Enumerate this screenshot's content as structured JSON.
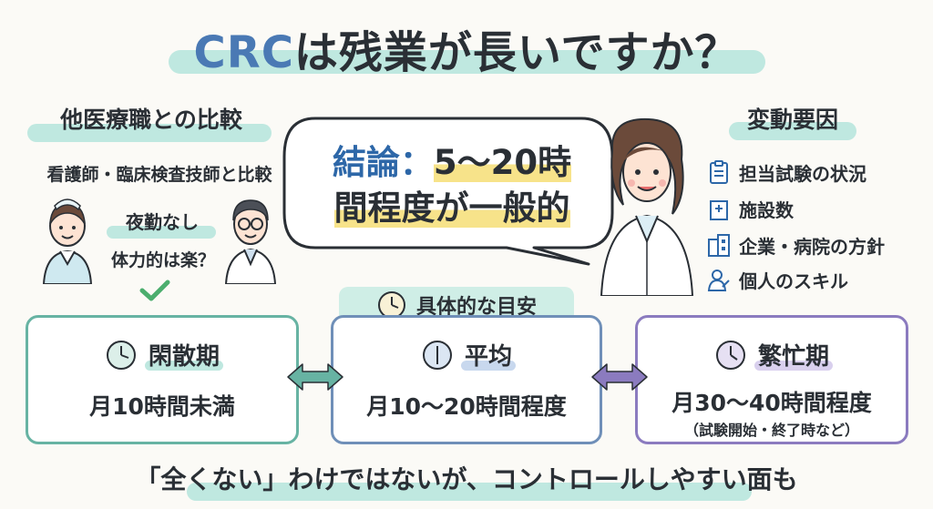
{
  "title": {
    "prefix": "CRC",
    "rest": "は残業が長いですか？"
  },
  "left": {
    "heading": "他医療職との比較",
    "subheading": "看護師・臨床検査技師と比較",
    "note1": "夜勤なし",
    "note2": "体力的は楽？"
  },
  "conclusion": {
    "label": "結論：",
    "part1": "5〜20時",
    "part2": "間程度が一般的"
  },
  "right": {
    "heading": "変動要因",
    "factors": [
      "担当試験の状況",
      "施設数",
      "企業・病院の方針",
      "個人のスキル"
    ],
    "icons": [
      "clipboard-icon",
      "hospital-icon",
      "building-icon",
      "person-icon"
    ]
  },
  "middle_label": "具体的な目安",
  "cards": [
    {
      "title": "閑散期",
      "value": "月10時間未満",
      "color": "#67b3a3"
    },
    {
      "title": "平均",
      "value": "月10〜20時間程度",
      "color": "#6f8fb8"
    },
    {
      "title": "繁忙期",
      "value": "月30〜40時間程度",
      "note": "（試験開始・終了時など）",
      "color": "#8b7bbf"
    }
  ],
  "bottom": "「全くない」わけではないが、コントロールしやすい面も",
  "colors": {
    "teal": "#67b3a3",
    "blue": "#2d67a8",
    "purple": "#8b7bbf",
    "highlight": "#bfe8e0",
    "yellow": "#f7e38a"
  }
}
